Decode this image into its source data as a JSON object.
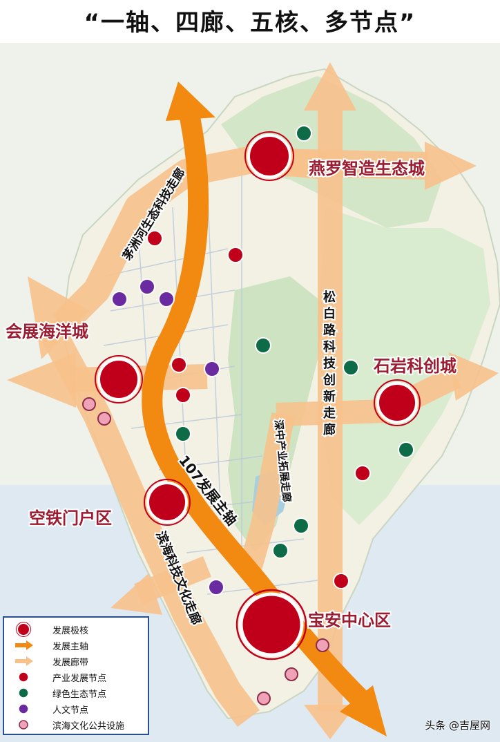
{
  "title": "“一轴、四廊、五核、多节点”",
  "colors": {
    "core": "#c0001a",
    "main_axis": "#f28a12",
    "corridor": "#f7c18c",
    "industry": "#c0001a",
    "green": "#0e6b47",
    "culture": "#6a2ba0",
    "coastal": "#f0a3b8",
    "label": "#9b1c31"
  },
  "cores": [
    {
      "name": "燕罗智造生态城"
    },
    {
      "name": "会展海洋城"
    },
    {
      "name": "石岩科创城"
    },
    {
      "name": "空铁门户区"
    },
    {
      "name": "宝安中心区"
    }
  ],
  "axis_label": "107发展主轴",
  "corridors": [
    {
      "name": "茅洲河生态科技走廊"
    },
    {
      "name": "松白路科技创新走廊"
    },
    {
      "name": "深中产业拓展走廊"
    },
    {
      "name": "滨海科技文化走廊"
    }
  ],
  "legend": [
    {
      "label": "发展极核",
      "icon": "core-icon"
    },
    {
      "label": "发展主轴",
      "icon": "main-axis-arrow-icon"
    },
    {
      "label": "发展廊带",
      "icon": "corridor-arrow-icon"
    },
    {
      "label": "产业发展节点",
      "icon": "industry-node-icon"
    },
    {
      "label": "绿色生态节点",
      "icon": "green-node-icon"
    },
    {
      "label": "人文节点",
      "icon": "culture-node-icon"
    },
    {
      "label": "滨海文化公共设施",
      "icon": "coastal-node-icon"
    }
  ],
  "credit": "头条 @吉屋网"
}
